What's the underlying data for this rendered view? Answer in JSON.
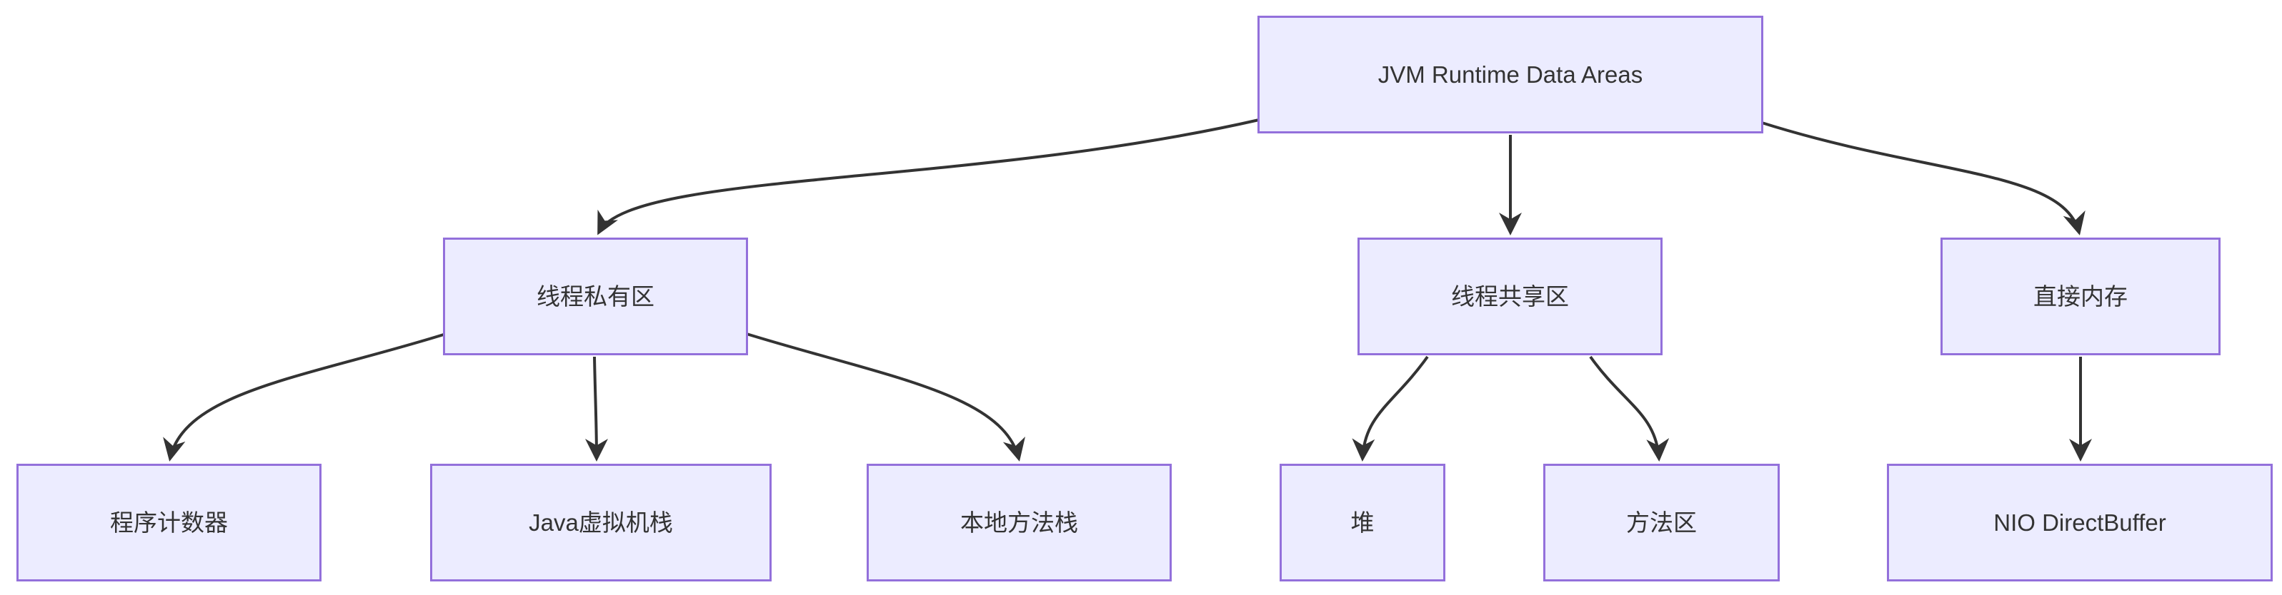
{
  "diagram": {
    "type": "flowchart",
    "direction": "top-down",
    "colors": {
      "node_fill": "#ECECFF",
      "node_border": "#9370DB",
      "edge_stroke": "#333333",
      "text": "#333333",
      "background": "#ffffff"
    },
    "nodes": {
      "jvm": {
        "label": "JVM Runtime Data Areas"
      },
      "thread_private": {
        "label": "线程私有区"
      },
      "thread_shared": {
        "label": "线程共享区"
      },
      "direct_memory": {
        "label": "直接内存"
      },
      "program_counter": {
        "label": "程序计数器"
      },
      "java_vm_stack": {
        "label": "Java虚拟机栈"
      },
      "native_method_stack": {
        "label": "本地方法栈"
      },
      "heap": {
        "label": "堆"
      },
      "method_area": {
        "label": "方法区"
      },
      "nio_directbuffer": {
        "label": "NIO DirectBuffer"
      }
    },
    "edges": [
      {
        "from": "jvm",
        "to": "thread_private",
        "arrow": "arrow_point"
      },
      {
        "from": "jvm",
        "to": "thread_shared",
        "arrow": "arrow_point"
      },
      {
        "from": "jvm",
        "to": "direct_memory",
        "arrow": "arrow_point"
      },
      {
        "from": "thread_private",
        "to": "program_counter",
        "arrow": "arrow_point"
      },
      {
        "from": "thread_private",
        "to": "java_vm_stack",
        "arrow": "arrow_point"
      },
      {
        "from": "thread_private",
        "to": "native_method_stack",
        "arrow": "arrow_point"
      },
      {
        "from": "thread_shared",
        "to": "heap",
        "arrow": "arrow_point"
      },
      {
        "from": "thread_shared",
        "to": "method_area",
        "arrow": "arrow_point"
      },
      {
        "from": "direct_memory",
        "to": "nio_directbuffer",
        "arrow": "arrow_point"
      }
    ]
  }
}
